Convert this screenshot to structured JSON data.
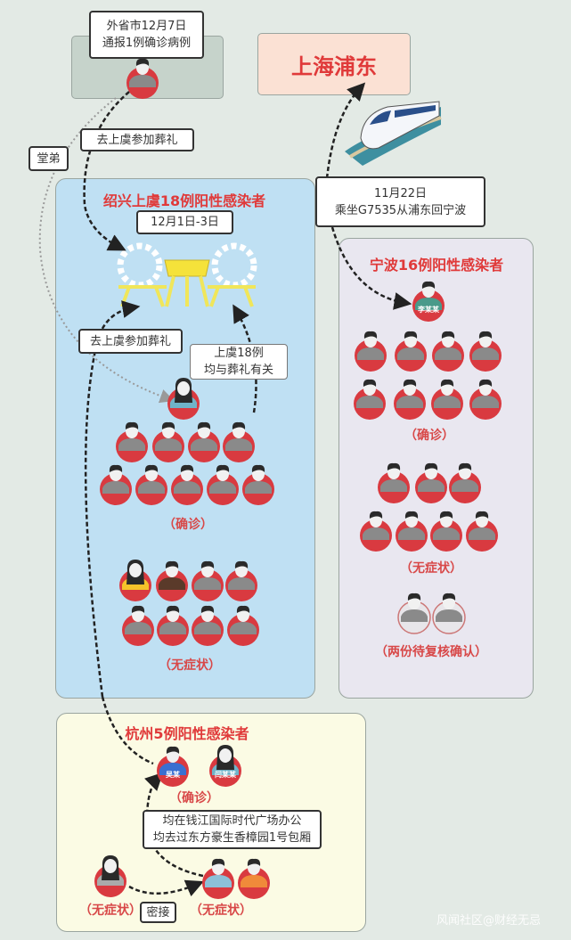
{
  "top_note": {
    "line1": "外省市12月7日",
    "line2": "通报1例确诊病例"
  },
  "shanghai": {
    "title": "上海浦东"
  },
  "labels": {
    "funeral_trip_1": "去上虞参加葬礼",
    "cousin": "堂弟",
    "funeral_trip_2": "去上虞参加葬礼",
    "related_line1": "上虞18例",
    "related_line2": "均与葬礼有关",
    "train_line1": "11月22日",
    "train_line2": "乘坐G7535从浦东回宁波",
    "close_contact": "密接"
  },
  "shaoxing": {
    "title": "绍兴上虞18例阳性感染者",
    "date": "12月1日-3日",
    "confirmed_label": "（确诊）",
    "confirmed_count": 10,
    "asymptomatic_label": "（无症状）",
    "asymptomatic_count": 8
  },
  "ningbo": {
    "title": "宁波16例阳性感染者",
    "index_case": "李某某",
    "confirmed_label": "（确诊）",
    "confirmed_count": 8,
    "asymptomatic_label": "（无症状）",
    "asymptomatic_count": 7,
    "pending_label": "（两份待复核确认）",
    "pending_count": 2
  },
  "hangzhou": {
    "title": "杭州5例阳性感染者",
    "case_a": "吴某",
    "case_b": "闫某某",
    "confirmed_label": "（确诊）",
    "note_line1": "均在钱江国际时代广场办公",
    "note_line2": "均去过东方豪生香樟园1号包厢",
    "asymptomatic_label_1": "（无症状）",
    "asymptomatic_label_2": "（无症状）"
  },
  "watermark": "风闻社区@财经无忌",
  "colors": {
    "red": "#d93a40",
    "title_red": "#e03a3a",
    "shaoxing_bg": "#bfe0f3",
    "ningbo_bg": "#e9e7f0",
    "hangzhou_bg": "#fbfbe4",
    "shanghai_bg": "#fbe1d4"
  }
}
